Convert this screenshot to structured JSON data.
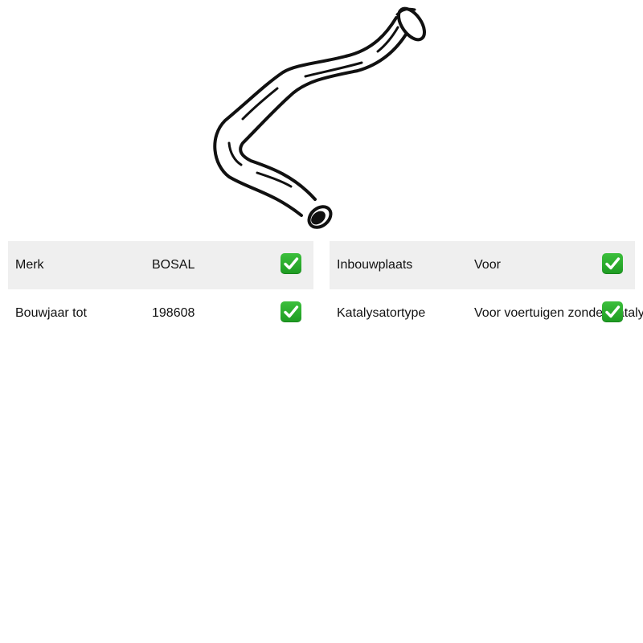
{
  "product": {
    "image_icon": "exhaust-pipe-drawing"
  },
  "specs_left": [
    {
      "label": "Merk",
      "value": "BOSAL",
      "icon": "check-icon",
      "shaded": true
    },
    {
      "label": "Bouwjaar tot",
      "value": "198608",
      "icon": "check-icon",
      "shaded": false
    }
  ],
  "specs_right": [
    {
      "label": "Inbouwplaats",
      "value": "Voor",
      "icon": "check-icon",
      "shaded": true
    },
    {
      "label": "Katalysatortype",
      "value": "Voor voertuigen zonder katalysator",
      "icon": "check-icon",
      "shaded": false
    }
  ],
  "colors": {
    "row_shade": "#efefef",
    "check_green": "#2bb02f"
  }
}
